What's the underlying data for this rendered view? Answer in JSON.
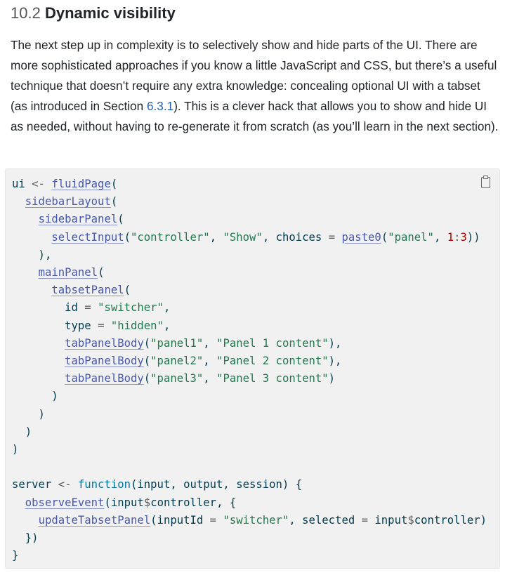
{
  "heading": {
    "number": "10.2",
    "title": "Dynamic visibility"
  },
  "intro": {
    "before": "The next step up in complexity is to selectively show and hide parts of the UI. There are more sophisticated approaches if you know a little JavaScript and CSS, but there’s a useful technique that doesn’t require any extra knowledge: concealing optional UI with a tabset (as introduced in Section ",
    "link": "6.3.1",
    "after": "). This is a clever hack that allows you to show and hide UI as needed, without having to re-generate it from scratch (as you’ll learn in the next section)."
  },
  "code": {
    "copy_icon": "clipboard-icon",
    "lines": [
      [
        [
          "",
          "ui "
        ],
        [
          "op",
          "<-"
        ],
        [
          "",
          " "
        ],
        [
          "fn",
          "fluidPage"
        ],
        [
          "",
          "("
        ]
      ],
      [
        [
          "",
          "  "
        ],
        [
          "fn",
          "sidebarLayout"
        ],
        [
          "",
          "("
        ]
      ],
      [
        [
          "",
          "    "
        ],
        [
          "fn",
          "sidebarPanel"
        ],
        [
          "",
          "("
        ]
      ],
      [
        [
          "",
          "      "
        ],
        [
          "fn",
          "selectInput"
        ],
        [
          "",
          "("
        ],
        [
          "st",
          "\"controller\""
        ],
        [
          "",
          ", "
        ],
        [
          "st",
          "\"Show\""
        ],
        [
          "",
          ", choices "
        ],
        [
          "op",
          "="
        ],
        [
          "",
          " "
        ],
        [
          "fn",
          "paste0"
        ],
        [
          "",
          "("
        ],
        [
          "st",
          "\"panel\""
        ],
        [
          "",
          ", "
        ],
        [
          "nu",
          "1"
        ],
        [
          "op",
          ":"
        ],
        [
          "nu",
          "3"
        ],
        [
          "",
          "))"
        ]
      ],
      [
        [
          "",
          "    ),"
        ]
      ],
      [
        [
          "",
          "    "
        ],
        [
          "fn",
          "mainPanel"
        ],
        [
          "",
          "("
        ]
      ],
      [
        [
          "",
          "      "
        ],
        [
          "fn",
          "tabsetPanel"
        ],
        [
          "",
          "("
        ]
      ],
      [
        [
          "",
          "        id "
        ],
        [
          "op",
          "="
        ],
        [
          "",
          " "
        ],
        [
          "st",
          "\"switcher\""
        ],
        [
          "",
          ","
        ]
      ],
      [
        [
          "",
          "        type "
        ],
        [
          "op",
          "="
        ],
        [
          "",
          " "
        ],
        [
          "st",
          "\"hidden\""
        ],
        [
          "",
          ","
        ]
      ],
      [
        [
          "",
          "        "
        ],
        [
          "fn",
          "tabPanelBody"
        ],
        [
          "",
          "("
        ],
        [
          "st",
          "\"panel1\""
        ],
        [
          "",
          ", "
        ],
        [
          "st",
          "\"Panel 1 content\""
        ],
        [
          "",
          "),"
        ]
      ],
      [
        [
          "",
          "        "
        ],
        [
          "fn",
          "tabPanelBody"
        ],
        [
          "",
          "("
        ],
        [
          "st",
          "\"panel2\""
        ],
        [
          "",
          ", "
        ],
        [
          "st",
          "\"Panel 2 content\""
        ],
        [
          "",
          "),"
        ]
      ],
      [
        [
          "",
          "        "
        ],
        [
          "fn",
          "tabPanelBody"
        ],
        [
          "",
          "("
        ],
        [
          "st",
          "\"panel3\""
        ],
        [
          "",
          ", "
        ],
        [
          "st",
          "\"Panel 3 content\""
        ],
        [
          "",
          ")"
        ]
      ],
      [
        [
          "",
          "      )"
        ]
      ],
      [
        [
          "",
          "    )"
        ]
      ],
      [
        [
          "",
          "  )"
        ]
      ],
      [
        [
          "",
          ")"
        ]
      ],
      [
        [
          "",
          ""
        ]
      ],
      [
        [
          "",
          "server "
        ],
        [
          "op",
          "<-"
        ],
        [
          "",
          " "
        ],
        [
          "kw",
          "function"
        ],
        [
          "",
          "(input, output, session) {"
        ]
      ],
      [
        [
          "",
          "  "
        ],
        [
          "fn",
          "observeEvent"
        ],
        [
          "",
          "(input"
        ],
        [
          "op",
          "$"
        ],
        [
          "",
          "controller, {"
        ]
      ],
      [
        [
          "",
          "    "
        ],
        [
          "fn",
          "updateTabsetPanel"
        ],
        [
          "",
          "(inputId "
        ],
        [
          "op",
          "="
        ],
        [
          "",
          " "
        ],
        [
          "st",
          "\"switcher\""
        ],
        [
          "",
          ", selected "
        ],
        [
          "op",
          "="
        ],
        [
          "",
          " input"
        ],
        [
          "op",
          "$"
        ],
        [
          "",
          "controller)"
        ]
      ],
      [
        [
          "",
          "  })"
        ]
      ],
      [
        [
          "",
          "}"
        ]
      ]
    ]
  }
}
